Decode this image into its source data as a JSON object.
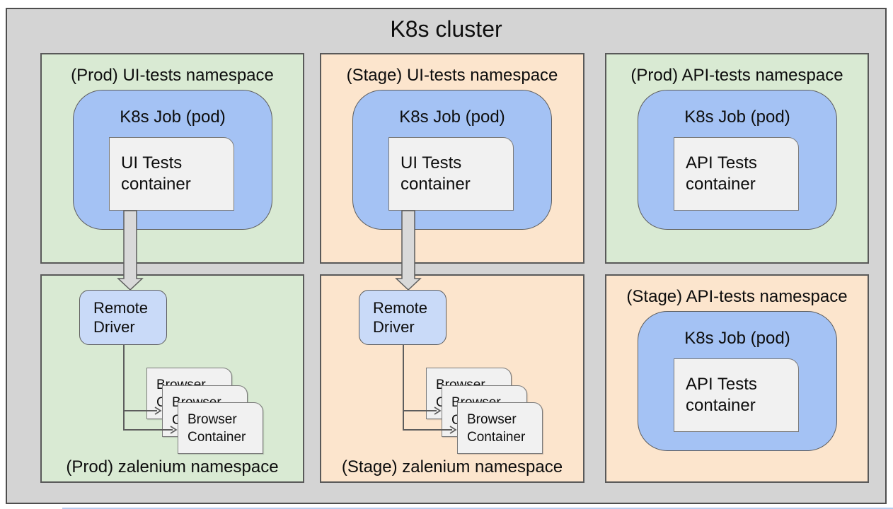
{
  "cluster": {
    "title": "K8s cluster"
  },
  "namespaces": {
    "prod_ui": {
      "title": "(Prod) UI-tests namespace",
      "job_label": "K8s Job (pod)",
      "container_label": "UI Tests container"
    },
    "stage_ui": {
      "title": "(Stage) UI-tests namespace",
      "job_label": "K8s Job (pod)",
      "container_label": "UI Tests container"
    },
    "prod_api": {
      "title": "(Prod) API-tests namespace",
      "job_label": "K8s Job (pod)",
      "container_label": "API Tests container"
    },
    "prod_zalenium": {
      "title": "(Prod) zalenium namespace",
      "remote_driver_label": "Remote Driver",
      "browser_container_label": "Browser Container",
      "browser_container_count": 3
    },
    "stage_zalenium": {
      "title": "(Stage) zalenium namespace",
      "remote_driver_label": "Remote Driver",
      "browser_container_label": "Browser Container",
      "browser_container_count": 3
    },
    "stage_api": {
      "title": "(Stage) API-tests namespace",
      "job_label": "K8s Job (pod)",
      "container_label": "API Tests container"
    }
  },
  "connections": [
    {
      "from": "UI Tests container (Prod)",
      "to": "Remote Driver (Prod zalenium)",
      "style": "block-arrow"
    },
    {
      "from": "UI Tests container (Stage)",
      "to": "Remote Driver (Stage zalenium)",
      "style": "block-arrow"
    },
    {
      "from": "Remote Driver (Prod zalenium)",
      "to": "Browser Containers (Prod zalenium)",
      "style": "thin-arrow",
      "count": 2
    },
    {
      "from": "Remote Driver (Stage zalenium)",
      "to": "Browser Containers (Stage zalenium)",
      "style": "thin-arrow",
      "count": 2
    }
  ],
  "colors": {
    "cluster_background": "#d4d4d4",
    "cluster_border": "#4e4e4e",
    "prod_namespace_fill": "#d9ead3",
    "stage_namespace_fill": "#fce5cd",
    "k8s_job_fill": "#a4c2f4",
    "remote_driver_fill": "#c9daf8",
    "container_fill": "#f1f1f1",
    "connector_color": "#5d5d5d",
    "block_arrow_fill": "#d9d9d9"
  }
}
